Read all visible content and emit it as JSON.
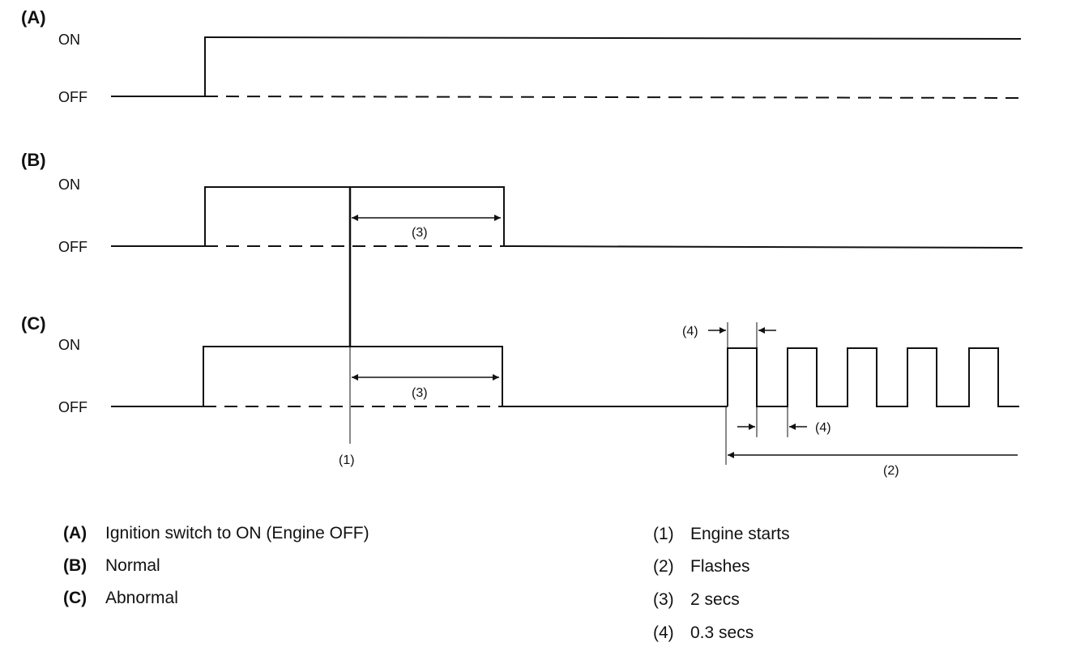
{
  "sections": {
    "a": {
      "tag": "(A)",
      "on": "ON",
      "off": "OFF"
    },
    "b": {
      "tag": "(B)",
      "on": "ON",
      "off": "OFF"
    },
    "c": {
      "tag": "(C)",
      "on": "ON",
      "off": "OFF"
    }
  },
  "annotations": {
    "ref3_b": "(3)",
    "ref3_c": "(3)",
    "ref1": "(1)",
    "ref4_top": "(4)",
    "ref4_bottom": "(4)",
    "ref2": "(2)"
  },
  "legend_left": [
    {
      "key": "(A)",
      "text": "Ignition switch to ON (Engine OFF)"
    },
    {
      "key": "(B)",
      "text": "Normal"
    },
    {
      "key": "(C)",
      "text": "Abnormal"
    }
  ],
  "legend_right": [
    {
      "key": "(1)",
      "text": "Engine starts"
    },
    {
      "key": "(2)",
      "text": "Flashes"
    },
    {
      "key": "(3)",
      "text": "2 secs"
    },
    {
      "key": "(4)",
      "text": "0.3 secs"
    }
  ]
}
